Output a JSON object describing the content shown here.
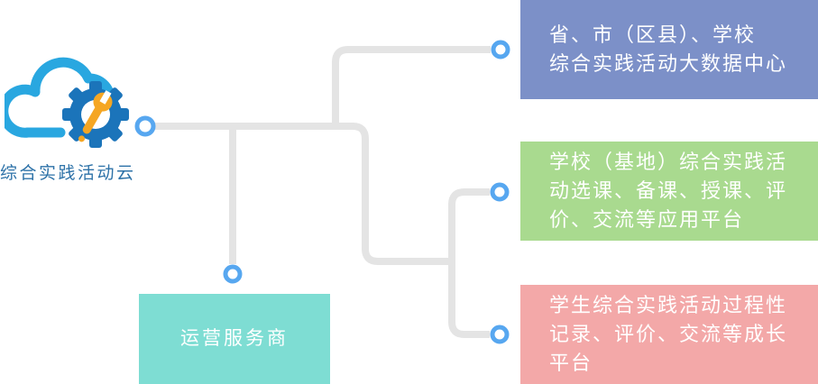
{
  "cloud": {
    "label": "综合实践活动云"
  },
  "colors": {
    "cloud_blue": "#29a7e0",
    "gear_blue": "#1b74ba",
    "wrench_orange": "#f5a623",
    "connector_gray": "#e4e4e4",
    "node_ring_blue": "#57a7f0",
    "node_fill": "#ffffff",
    "box_blue": "#7c90c8",
    "box_green": "#a9da8f",
    "box_pink": "#f3a8a8",
    "box_teal": "#7eddd3",
    "label_blue": "#2d72a8",
    "box_text": "#ffffff"
  },
  "boxes": [
    {
      "id": "data-center",
      "lines": [
        "省、市（区县）、学校",
        "综合实践活动大数据中心"
      ]
    },
    {
      "id": "school-platform",
      "lines": [
        "学校（基地）综合实践活",
        "动选课、备课、授课、评",
        "价、交流等应用平台"
      ]
    },
    {
      "id": "student-platform",
      "lines": [
        "学生综合实践活动过程性",
        "记录、评价、交流等成长",
        "平台"
      ]
    },
    {
      "id": "operator",
      "lines": [
        "运营服务商"
      ]
    }
  ]
}
